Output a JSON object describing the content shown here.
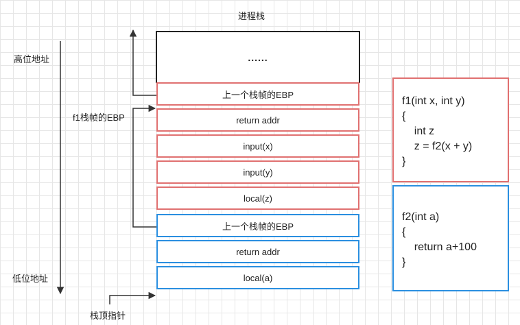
{
  "title": "进程栈",
  "labels": {
    "high_address": "高位地址",
    "low_address": "低位地址",
    "f1_ebp": "f1栈帧的EBP",
    "stack_pointer": "栈顶指针"
  },
  "stack": {
    "top_ellipsis": "......",
    "f1_frame": [
      "上一个栈帧的EBP",
      "return addr",
      "input(x)",
      "input(y)",
      "local(z)"
    ],
    "f2_frame": [
      "上一个栈帧的EBP",
      "return addr",
      "local(a)"
    ]
  },
  "code": {
    "f1": [
      "f1(int x, int y)",
      "{",
      "    int z",
      "    z = f2(x + y)",
      "}"
    ],
    "f2": [
      "f2(int a)",
      "{",
      "    return a+100",
      "}"
    ]
  },
  "colors": {
    "f1_border": "#e07070",
    "f2_border": "#2a8fe0",
    "line": "#333333"
  }
}
